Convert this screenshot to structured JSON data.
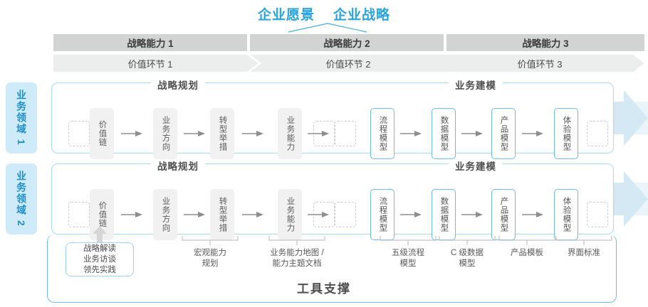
{
  "header": {
    "vision_title": "企业愿景",
    "strategy_title": "企业战略",
    "capabilities": [
      {
        "label": "战略能力 1"
      },
      {
        "label": "战略能力 2"
      },
      {
        "label": "战略能力 3"
      }
    ],
    "value_segments": [
      {
        "label": "价值环节 1"
      },
      {
        "label": "价值环节 2"
      },
      {
        "label": "价值环节 3"
      }
    ]
  },
  "domains": [
    {
      "tag": "业务领域 1"
    },
    {
      "tag": "业务领域 2"
    }
  ],
  "sections": {
    "planning_label": "战略规划",
    "modeling_label": "业务建模"
  },
  "flow": {
    "nodes": [
      {
        "label": "价值链",
        "style": "gray"
      },
      {
        "label": "业务方向",
        "style": "gray"
      },
      {
        "label": "转型举措",
        "style": "gray"
      },
      {
        "label": "业务能力",
        "style": "gray"
      },
      {
        "label": "流程模型",
        "style": "blue"
      },
      {
        "label": "数据模型",
        "style": "blue"
      },
      {
        "label": "产品模型",
        "style": "blue"
      },
      {
        "label": "体验模型",
        "style": "blue"
      }
    ]
  },
  "annotations": {
    "intake_box": "战略解读\n业务访谈\n领先实践",
    "items": [
      {
        "label": "宏观能力\n规划"
      },
      {
        "label": "业务能力地图 /\n能力主题文档"
      },
      {
        "label": "五级流程\n模型"
      },
      {
        "label": "C 级数据\n模型"
      },
      {
        "label": "产品模板"
      },
      {
        "label": "界面标准"
      }
    ]
  },
  "footer": {
    "title": "工具支撑"
  },
  "colors": {
    "accent_blue": "#29a3dc",
    "light_blue": "#cfeaf8",
    "band_blue": "#eaf4fb",
    "node_border_blue": "#6dbde4",
    "bar_dark_gray": "#d2d4d3",
    "bar_light_gray": "#eceded",
    "node_gray": "#f1f1f1"
  }
}
